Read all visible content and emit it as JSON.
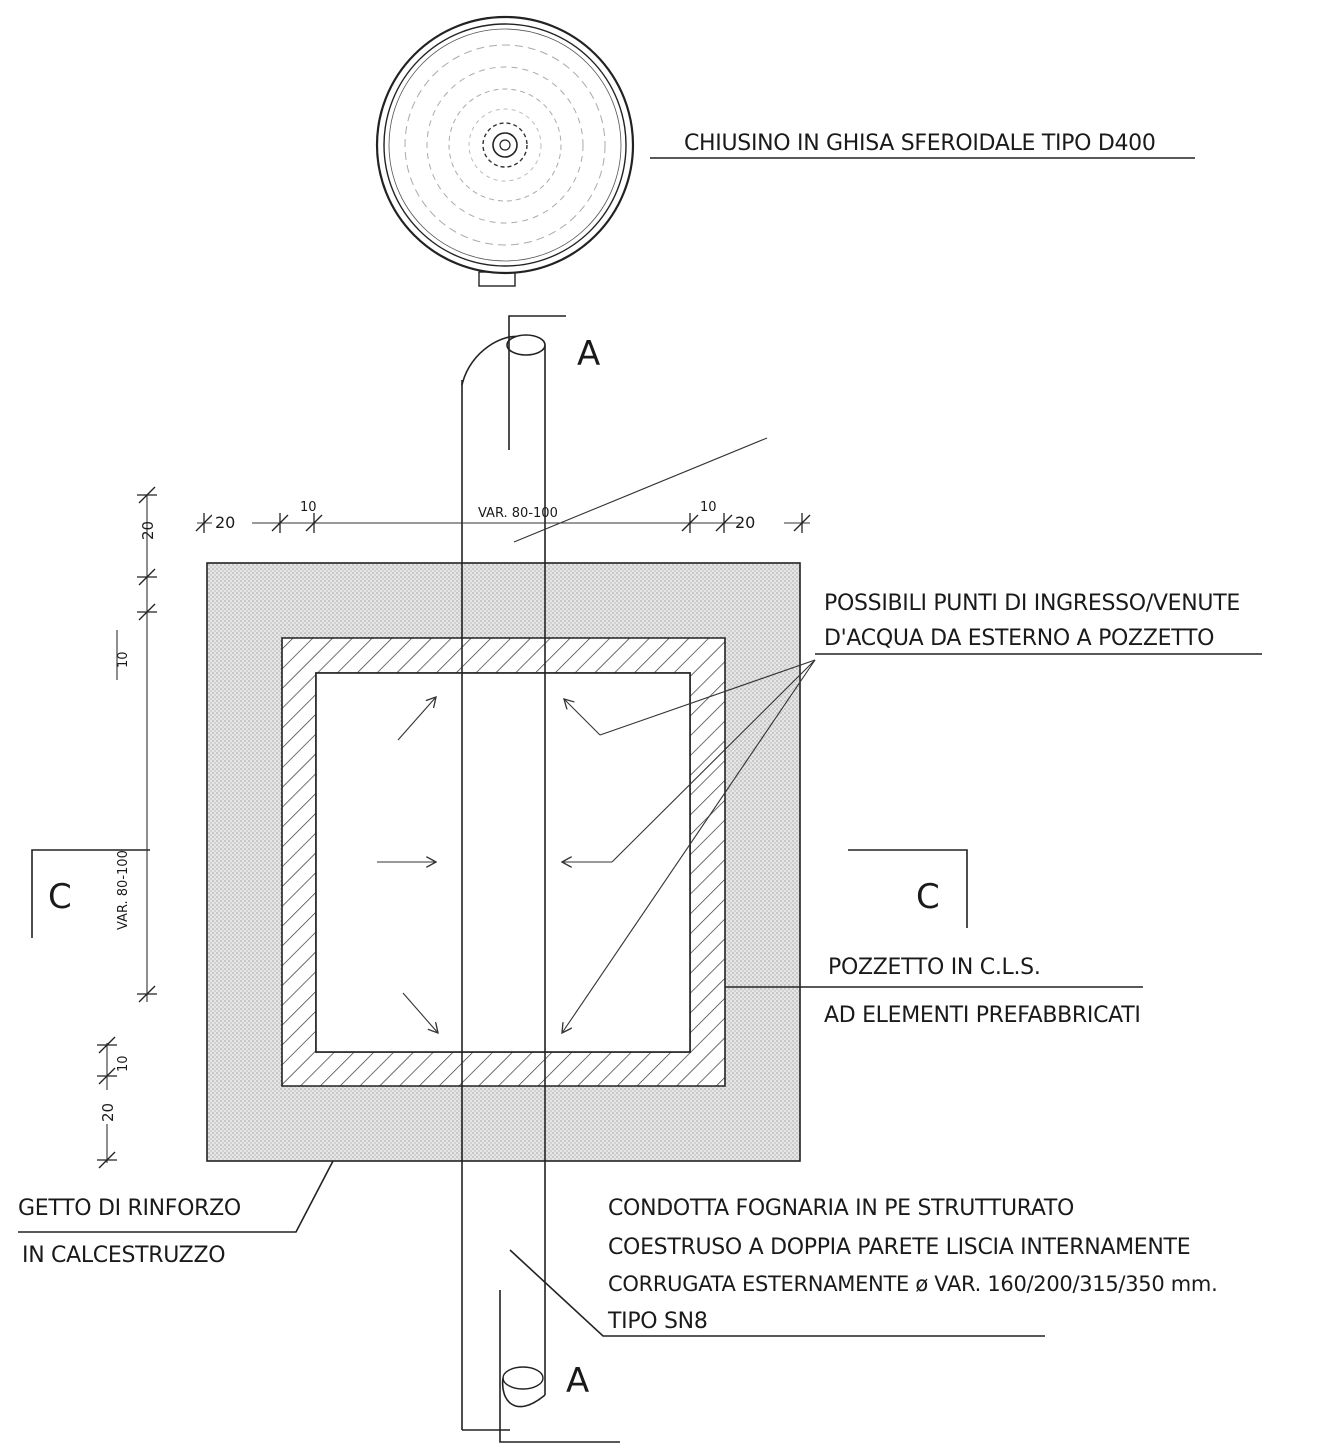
{
  "labels": {
    "manhole_cover": "CHIUSINO IN GHISA SFEROIDALE TIPO D400",
    "water_entry_line1": "POSSIBILI PUNTI DI INGRESSO/VENUTE",
    "water_entry_line2": "D'ACQUA DA ESTERNO A POZZETTO",
    "pozzetto_line1": "POZZETTO IN C.L.S.",
    "pozzetto_line2": "AD ELEMENTI PREFABBRICATI",
    "getto_line1": "GETTO DI RINFORZO",
    "getto_line2": "IN CALCESTRUZZO",
    "condotta_line1": "CONDOTTA FOGNARIA IN PE STRUTTURATO",
    "condotta_line2": "COESTRUSO A DOPPIA PARETE LISCIA INTERNAMENTE",
    "condotta_line3": "CORRUGATA ESTERNAMENTE ø VAR. 160/200/315/350 mm.",
    "condotta_line4": "TIPO SN8"
  },
  "section_marks": {
    "top_a": "A",
    "bottom_a": "A",
    "left_c": "C",
    "right_c": "C"
  },
  "dimensions": {
    "top_left_20": "20",
    "top_left_10": "10",
    "top_var": "VAR. 80-100",
    "top_right_10": "10",
    "top_right_20": "20",
    "left_top_20": "20",
    "left_top_10": "10",
    "left_var": "VAR. 80-100",
    "left_bottom_10": "10",
    "left_bottom_20": "20"
  },
  "colors": {
    "line": "#222222",
    "concrete_fill": "#d9d9d9",
    "hatch": "#333333"
  }
}
